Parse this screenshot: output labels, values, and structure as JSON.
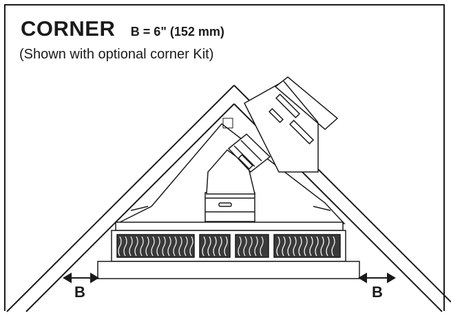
{
  "header": {
    "title": "CORNER",
    "dimension_label": "B = 6\" (152 mm)",
    "subtitle": "(Shown with optional corner Kit)"
  },
  "dimensions": {
    "left_label": "B",
    "right_label": "B"
  }
}
